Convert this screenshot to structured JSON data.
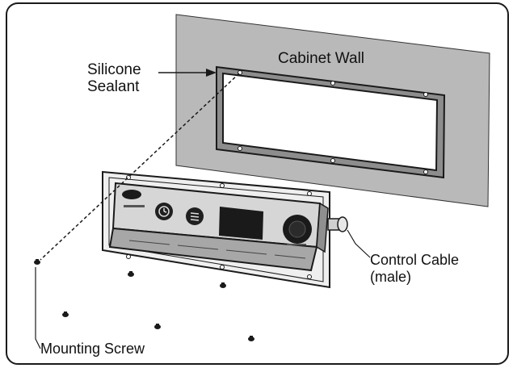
{
  "diagram": {
    "labels": {
      "silicone_sealant_line1": "Silicone",
      "silicone_sealant_line2": "Sealant",
      "cabinet_wall": "Cabinet Wall",
      "control_cable_line1": "Control Cable",
      "control_cable_line2": "(male)",
      "mounting_screw": "Mounting Screw"
    },
    "colors": {
      "wall_fill": "#b9b9b9",
      "opening_fill": "#ffffff",
      "panel_fill": "#d9d9d9",
      "display_fill": "#1a1a1a",
      "outline": "#1a1a1a"
    },
    "icons": [
      "clock-icon",
      "menu-icon",
      "power-knob-icon",
      "screw-icon",
      "cable-connector-icon"
    ]
  }
}
